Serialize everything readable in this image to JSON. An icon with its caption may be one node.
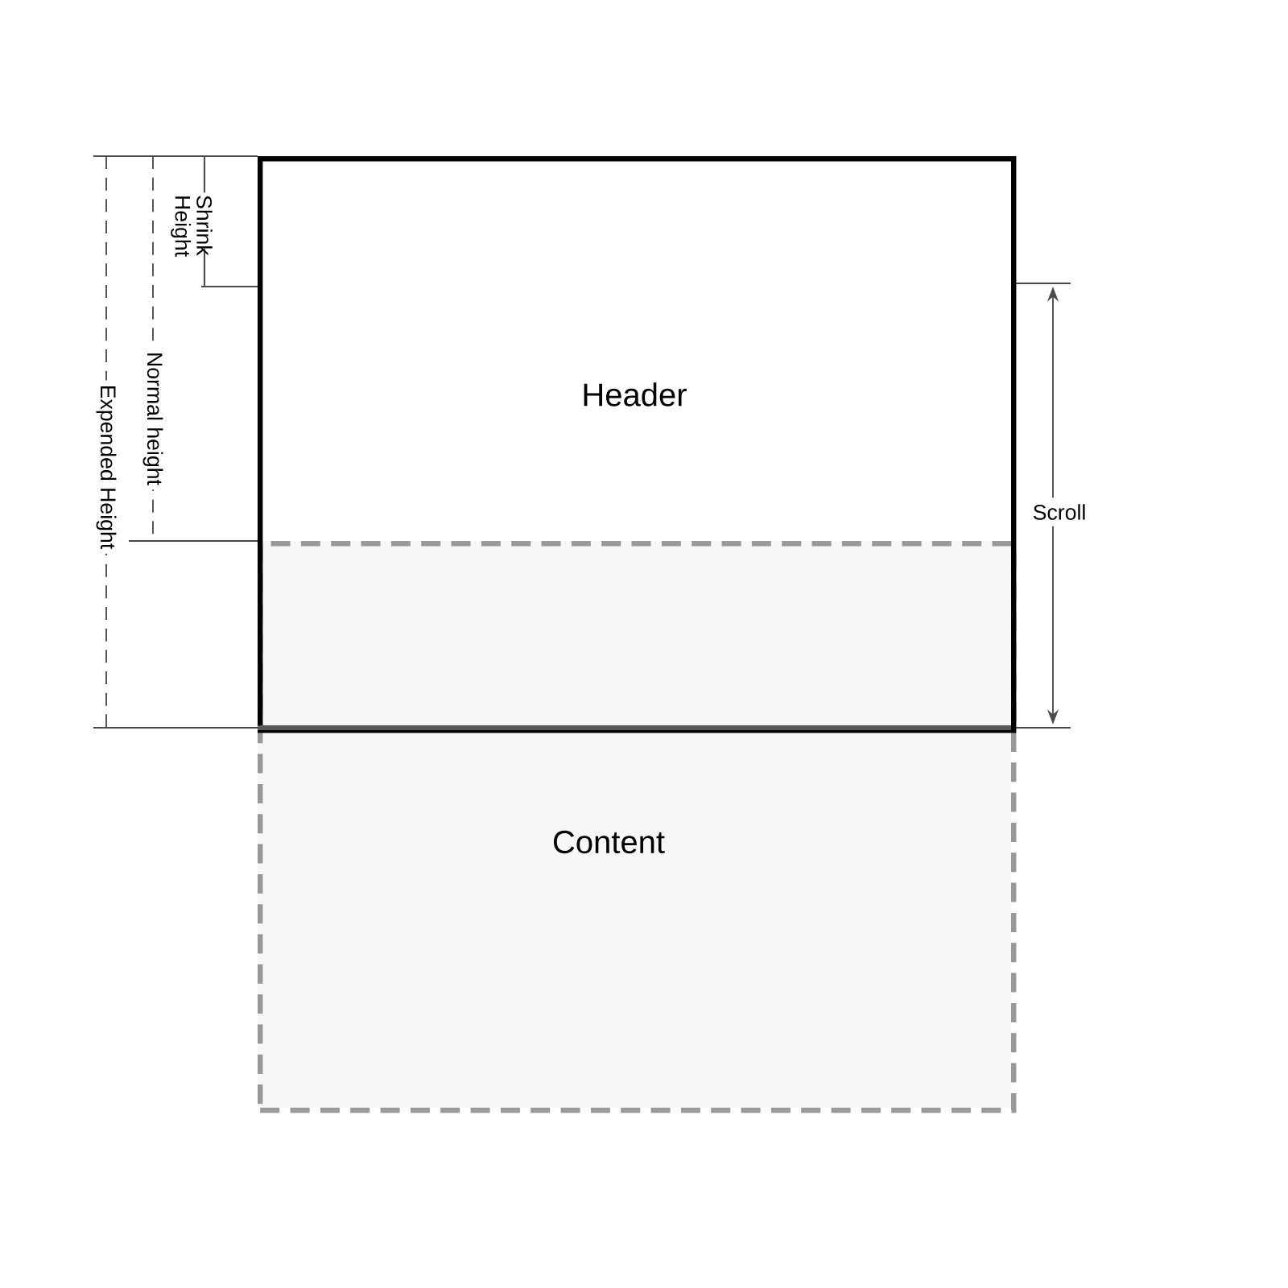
{
  "diagram": {
    "nodes": [
      {
        "text": [
          "Header"
        ]
      },
      {
        "text": [
          "Content"
        ]
      }
    ],
    "labels": [
      "Shrink Height",
      "Normal height",
      "Expended Height",
      "Scroll"
    ]
  }
}
